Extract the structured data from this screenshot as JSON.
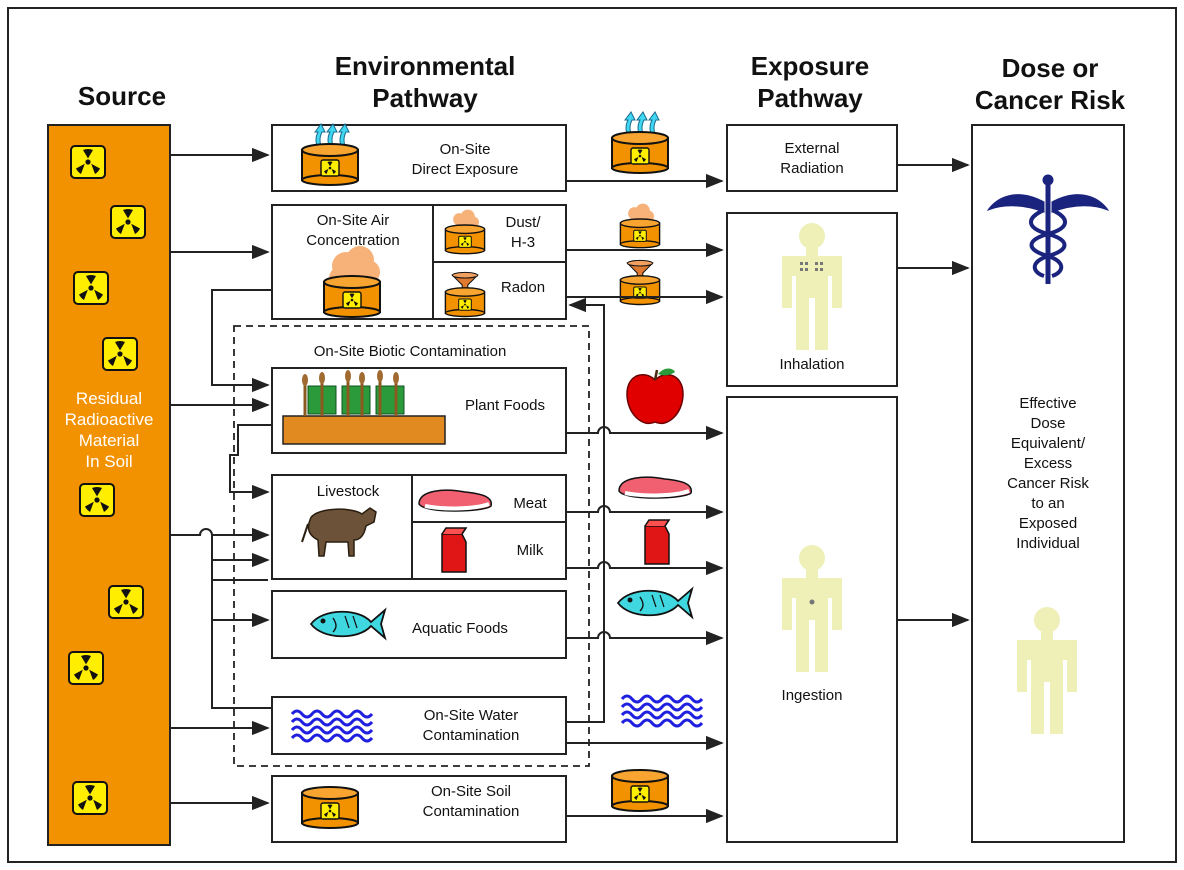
{
  "headers": {
    "source": "Source",
    "environmental_pathway": [
      "Environmental",
      "Pathway"
    ],
    "exposure_pathway": [
      "Exposure",
      "Pathway"
    ],
    "dose": [
      "Dose or",
      "Cancer Risk"
    ]
  },
  "source_label": [
    "Residual",
    "Radioactive",
    "Material",
    "In Soil"
  ],
  "env": {
    "direct_exposure": [
      "On-Site",
      "Direct Exposure"
    ],
    "air_concentration": [
      "On-Site Air",
      "Concentration"
    ],
    "dust": [
      "Dust/",
      "H-3"
    ],
    "radon": "Radon",
    "biotic": "On-Site Biotic Contamination",
    "plant_foods": "Plant Foods",
    "livestock": "Livestock",
    "meat": "Meat",
    "milk": "Milk",
    "aquatic_foods": "Aquatic Foods",
    "water": [
      "On-Site Water",
      "Contamination"
    ],
    "soil": [
      "On-Site Soil",
      "Contamination"
    ]
  },
  "exposure": {
    "external": [
      "External",
      "Radiation"
    ],
    "inhalation": "Inhalation",
    "ingestion": "Ingestion"
  },
  "dose_text": [
    "Effective",
    "Dose",
    "Equivalent/",
    "Excess",
    "Cancer Risk",
    "to an",
    "Exposed",
    "Individual"
  ],
  "colors": {
    "source_fill": "#f39200",
    "radiation_yellow": "#ffee00",
    "person": "#eef0b8",
    "caduceus": "#1a237e",
    "apple": "#e00000",
    "meat": "#f06070",
    "milk": "#e01515",
    "fish": "#40d8e0",
    "water": "#2020e0",
    "plant_green": "#2a9a3a",
    "soil_brown": "#e08a20"
  },
  "icons": [
    "radiation-icon",
    "drum-icon",
    "dust-cloud-icon",
    "radon-funnel-icon",
    "plant-icon",
    "cow-icon",
    "meat-icon",
    "milk-carton-icon",
    "fish-icon",
    "water-waves-icon",
    "apple-icon",
    "person-icon",
    "caduceus-icon"
  ]
}
